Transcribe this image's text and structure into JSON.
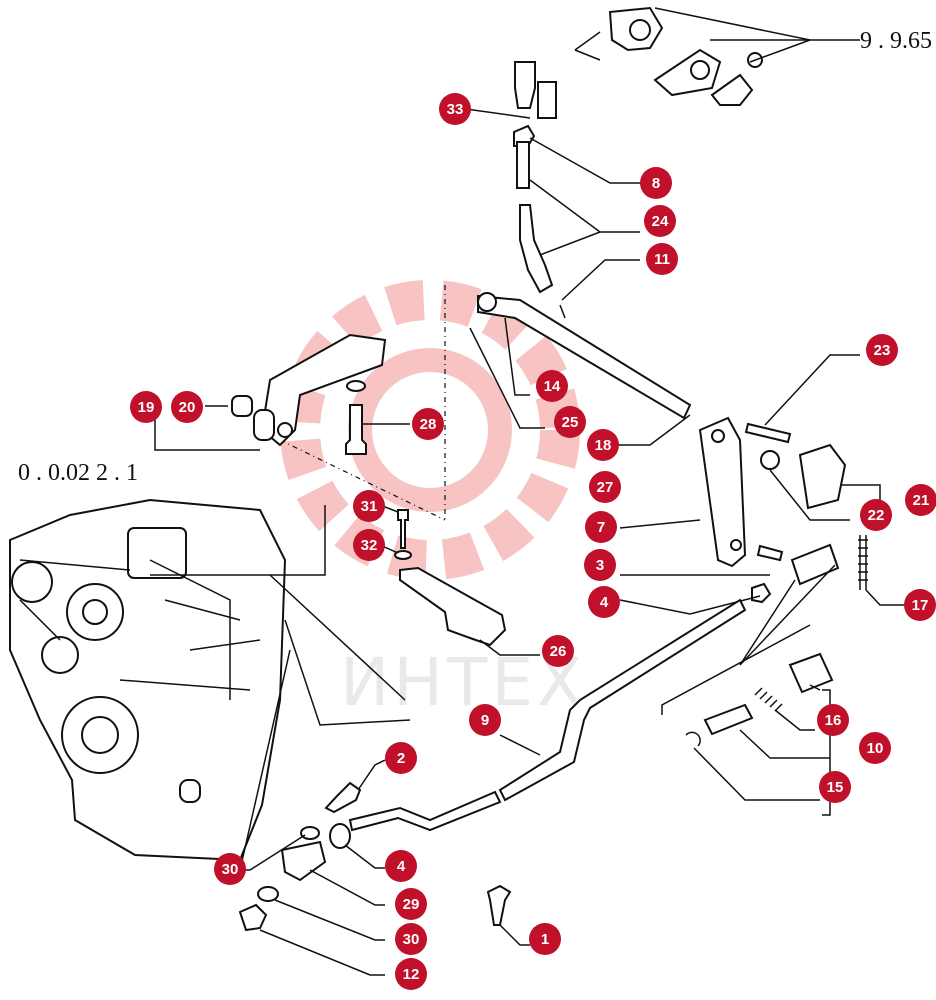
{
  "watermark": {
    "text": "ИНТЕХ",
    "color": "#f07b7b",
    "text_color": "#c8c8c8"
  },
  "colors": {
    "callout_fill": "#c0102a",
    "callout_text": "#ffffff",
    "line": "#111111"
  },
  "references": {
    "top_ref": "9 . 9.65",
    "engine_ref": "0 . 0.02 2 . 1"
  },
  "callouts": [
    "33",
    "8",
    "24",
    "11",
    "14",
    "25",
    "18",
    "23",
    "19",
    "20",
    "28",
    "27",
    "7",
    "3",
    "4",
    "21",
    "22",
    "31",
    "32",
    "17",
    "26",
    "9",
    "16",
    "10",
    "15",
    "2",
    "4",
    "30",
    "29",
    "30",
    "12",
    "1"
  ]
}
